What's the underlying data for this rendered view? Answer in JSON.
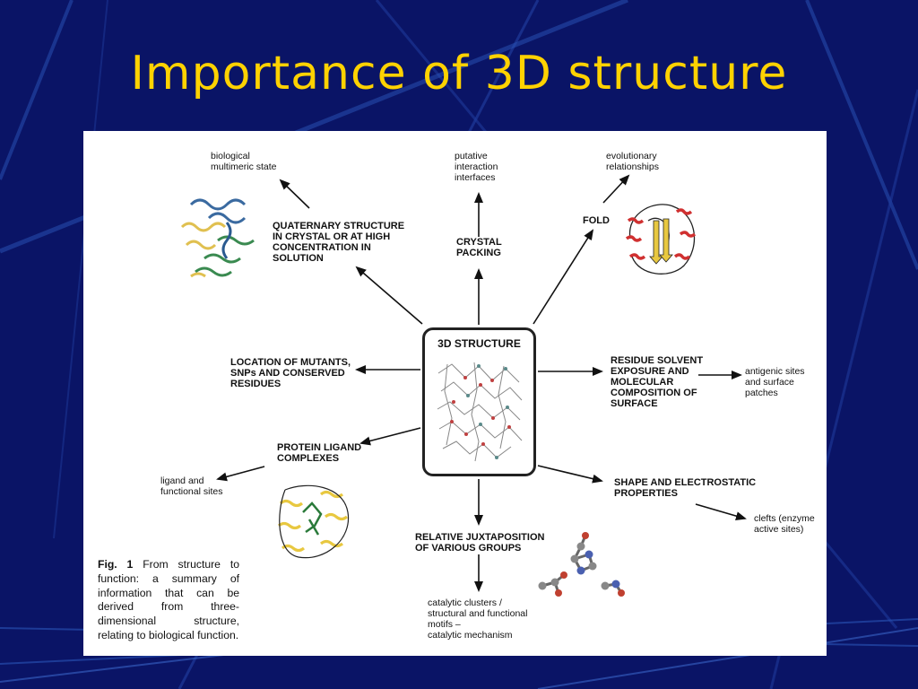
{
  "slide": {
    "title": "Importance of 3D structure",
    "colors": {
      "background": "#0a1466",
      "title": "#ffd200",
      "stripes": "#2a55b8"
    }
  },
  "figure": {
    "center_label": "3D STRUCTURE",
    "nodes": {
      "quaternary": "QUATERNARY STRUCTURE\nIN CRYSTAL OR AT HIGH\nCONCENTRATION IN\nSOLUTION",
      "biological": "biological\nmultimeric state",
      "crystal": "CRYSTAL\nPACKING",
      "putative": "putative\ninteraction\ninterfaces",
      "fold": "FOLD",
      "evolutionary": "evolutionary\nrelationships",
      "mutants": "LOCATION OF MUTANTS,\nSNPs AND CONSERVED\nRESIDUES",
      "solvent": "RESIDUE SOLVENT\nEXPOSURE AND\nMOLECULAR\nCOMPOSITION OF\nSURFACE",
      "antigenic": "antigenic sites\nand surface\npatches",
      "ligand": "PROTEIN LIGAND\nCOMPLEXES",
      "ligand_sites": "ligand and\nfunctional sites",
      "shape": "SHAPE AND ELECTROSTATIC\nPROPERTIES",
      "clefts": "clefts (enzyme\nactive sites)",
      "juxtaposition": "RELATIVE JUXTAPOSITION\nOF VARIOUS GROUPS",
      "catalytic": "catalytic clusters /\nstructural and functional\nmotifs –\ncatalytic mechanism"
    },
    "caption": {
      "label": "Fig. 1",
      "text": "From structure to function: a summary of information that can be derived from three-dimensional structure, relating to biological function."
    },
    "icons": [
      "multimer-protein-icon",
      "fold-protein-icon",
      "protein-ligand-icon",
      "atom-model-icon",
      "3d-structure-icon"
    ]
  }
}
